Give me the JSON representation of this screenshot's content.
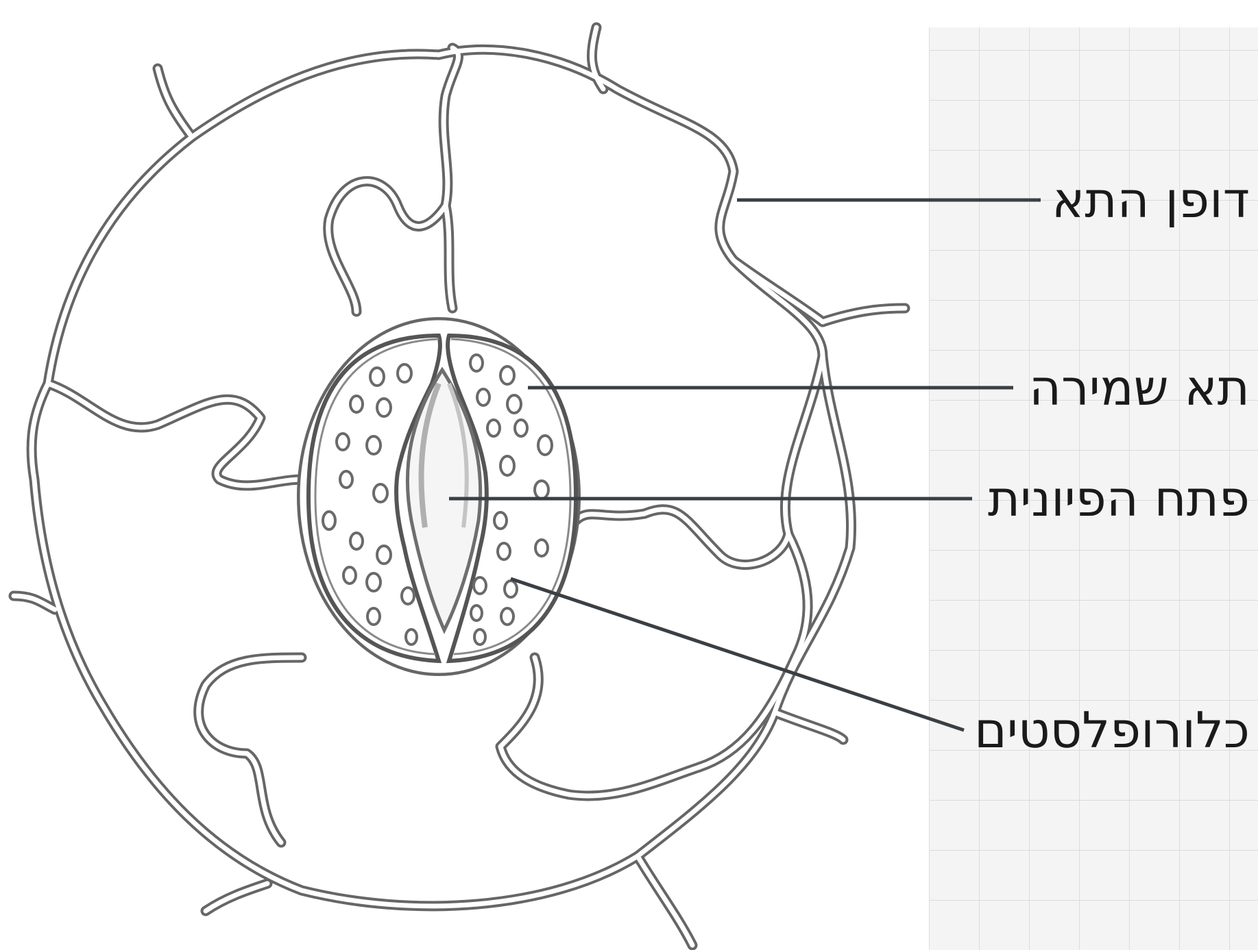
{
  "labels": {
    "cell_wall": "דופן התא",
    "guard_cell": "תא שמירה",
    "stoma_opening": "פתח הפיונית",
    "chloroplasts": "כלורופלסטים"
  },
  "colors": {
    "background": "#ffffff",
    "grid_paper": "#f3f3f3",
    "grid_line": "#dedede",
    "outline": "#5a5a5a",
    "leader_line": "#3a3f45"
  }
}
